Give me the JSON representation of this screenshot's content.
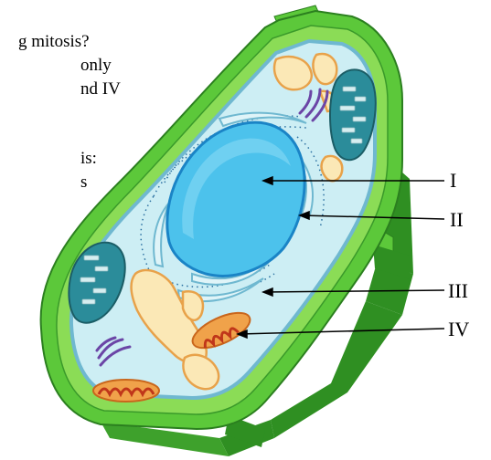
{
  "question_fragment": {
    "line1": "g mitosis?",
    "line2": "only",
    "line3": "nd IV",
    "line4": "is:",
    "line5": "s"
  },
  "labels": {
    "I": "I",
    "II": "II",
    "III": "III",
    "IV": "IV"
  },
  "colors": {
    "cell_wall": "#5cc83a",
    "cell_wall_dark": "#2f8f22",
    "cytoplasm": "#cdeef4",
    "membrane_edge": "#6fb8d0",
    "nucleus": "#4cc2ec",
    "nucleus_edge": "#1a84c6",
    "chloroplast": "#2b8c9a",
    "mitochondria": "#e0521f",
    "vacuole": "#fbe8b6",
    "vacuole_edge": "#e8a24a",
    "golgi": "#6b45a6"
  }
}
